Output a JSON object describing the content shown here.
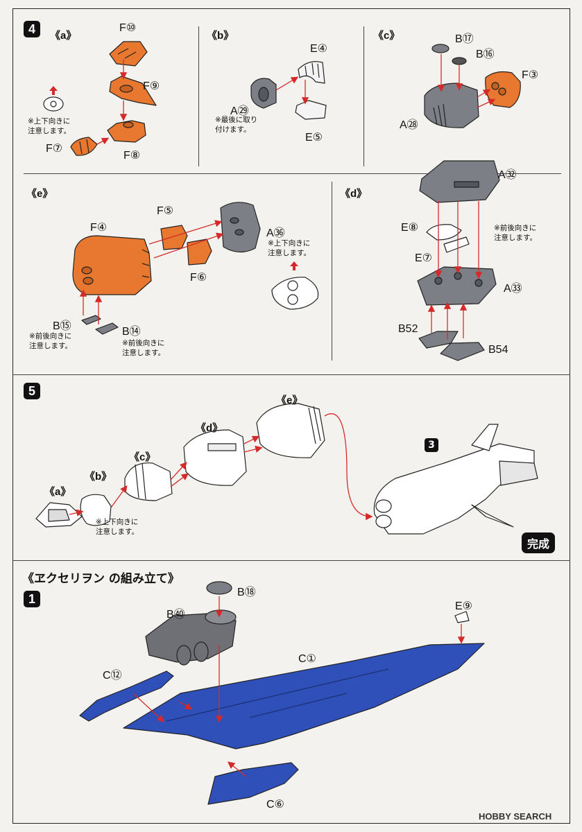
{
  "colors": {
    "orange": "#e8782f",
    "gray": "#7d7f86",
    "blue": "#2f50b8",
    "red_arrow": "#d42a2a",
    "white_part": "#f4f4f4"
  },
  "step4": {
    "number": "4",
    "a": {
      "title": "《a》",
      "parts": [
        "F⑩",
        "F⑨",
        "F⑦",
        "F⑧"
      ],
      "note": "※上下向きに\n注意します。"
    },
    "b": {
      "title": "《b》",
      "parts": [
        "E④",
        "A㉙",
        "E⑤"
      ],
      "note": "※最後に取り\n付けます。"
    },
    "c": {
      "title": "《c》",
      "parts": [
        "B⑰",
        "B⑯",
        "F③",
        "A㉘"
      ]
    },
    "e": {
      "title": "《e》",
      "parts": [
        "F⑤",
        "F④",
        "A㊱",
        "F⑥",
        "B⑮",
        "B⑭"
      ],
      "note_a36": "※上下向きに\n注意します。",
      "note_b15": "※前後向きに\n注意します。",
      "note_b14": "※前後向きに\n注意します。"
    },
    "d": {
      "title": "《d》",
      "parts": [
        "A㉜",
        "E⑧",
        "E⑦",
        "A㉝",
        "B52",
        "B54"
      ],
      "note": "※前後向きに\n注意します。"
    }
  },
  "step5": {
    "number": "5",
    "labels": [
      "《a》",
      "《b》",
      "《c》",
      "《d》",
      "《e》"
    ],
    "note": "※上下向きに\n注意します。",
    "ref_badge": "3",
    "done_label": "完成"
  },
  "excalibur": {
    "title": "《ヱクセリヲン の組み立て》",
    "number": "1",
    "parts": [
      "B⑱",
      "B㊵",
      "E⑨",
      "C①",
      "C⑫",
      "C⑥"
    ]
  },
  "watermark": "HOBBY SEARCH"
}
